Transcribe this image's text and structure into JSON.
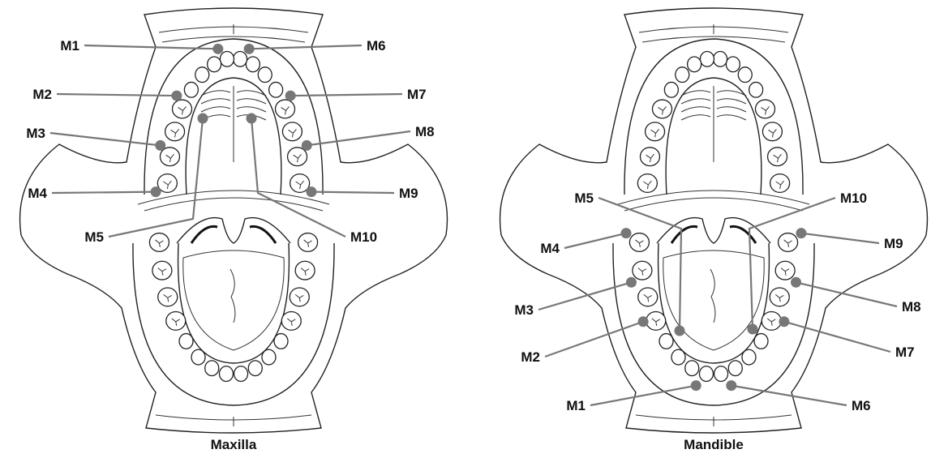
{
  "colors": {
    "marker": "#777777",
    "outline": "#222222",
    "background": "#ffffff"
  },
  "panels": [
    {
      "id": "maxilla",
      "title": "Maxilla",
      "markers": [
        {
          "label": "M1",
          "arch": "upper",
          "t": 0.52,
          "side": "left"
        },
        {
          "label": "M6",
          "arch": "upper",
          "t": 0.48,
          "side": "right"
        },
        {
          "label": "M2",
          "arch": "upper",
          "t": 0.74,
          "side": "left"
        },
        {
          "label": "M7",
          "arch": "upper",
          "t": 0.26,
          "side": "right"
        },
        {
          "label": "M3",
          "arch": "upper",
          "t": 0.88,
          "side": "left"
        },
        {
          "label": "M8",
          "arch": "upper",
          "t": 0.12,
          "side": "right"
        },
        {
          "label": "M4",
          "arch": "upper",
          "t": 0.99,
          "side": "left"
        },
        {
          "label": "M9",
          "arch": "upper",
          "t": 0.01,
          "side": "right"
        },
        {
          "label": "M5",
          "arch": "palate-left",
          "side": "left"
        },
        {
          "label": "M10",
          "arch": "palate-right",
          "side": "right"
        }
      ]
    },
    {
      "id": "mandible",
      "title": "Mandible",
      "markers": [
        {
          "label": "M1",
          "arch": "lower",
          "t": 0.48,
          "side": "left"
        },
        {
          "label": "M6",
          "arch": "lower",
          "t": 0.52,
          "side": "right"
        },
        {
          "label": "M2",
          "arch": "lower",
          "t": 0.22,
          "side": "left"
        },
        {
          "label": "M7",
          "arch": "lower",
          "t": 0.78,
          "side": "right"
        },
        {
          "label": "M3",
          "arch": "lower",
          "t": 0.12,
          "side": "left"
        },
        {
          "label": "M8",
          "arch": "lower",
          "t": 0.88,
          "side": "right"
        },
        {
          "label": "M4",
          "arch": "lower",
          "t": 0.01,
          "side": "left"
        },
        {
          "label": "M9",
          "arch": "lower",
          "t": 0.99,
          "side": "right"
        },
        {
          "label": "M5",
          "arch": "lingual-left",
          "side": "left"
        },
        {
          "label": "M10",
          "arch": "lingual-right",
          "side": "right"
        }
      ]
    }
  ]
}
